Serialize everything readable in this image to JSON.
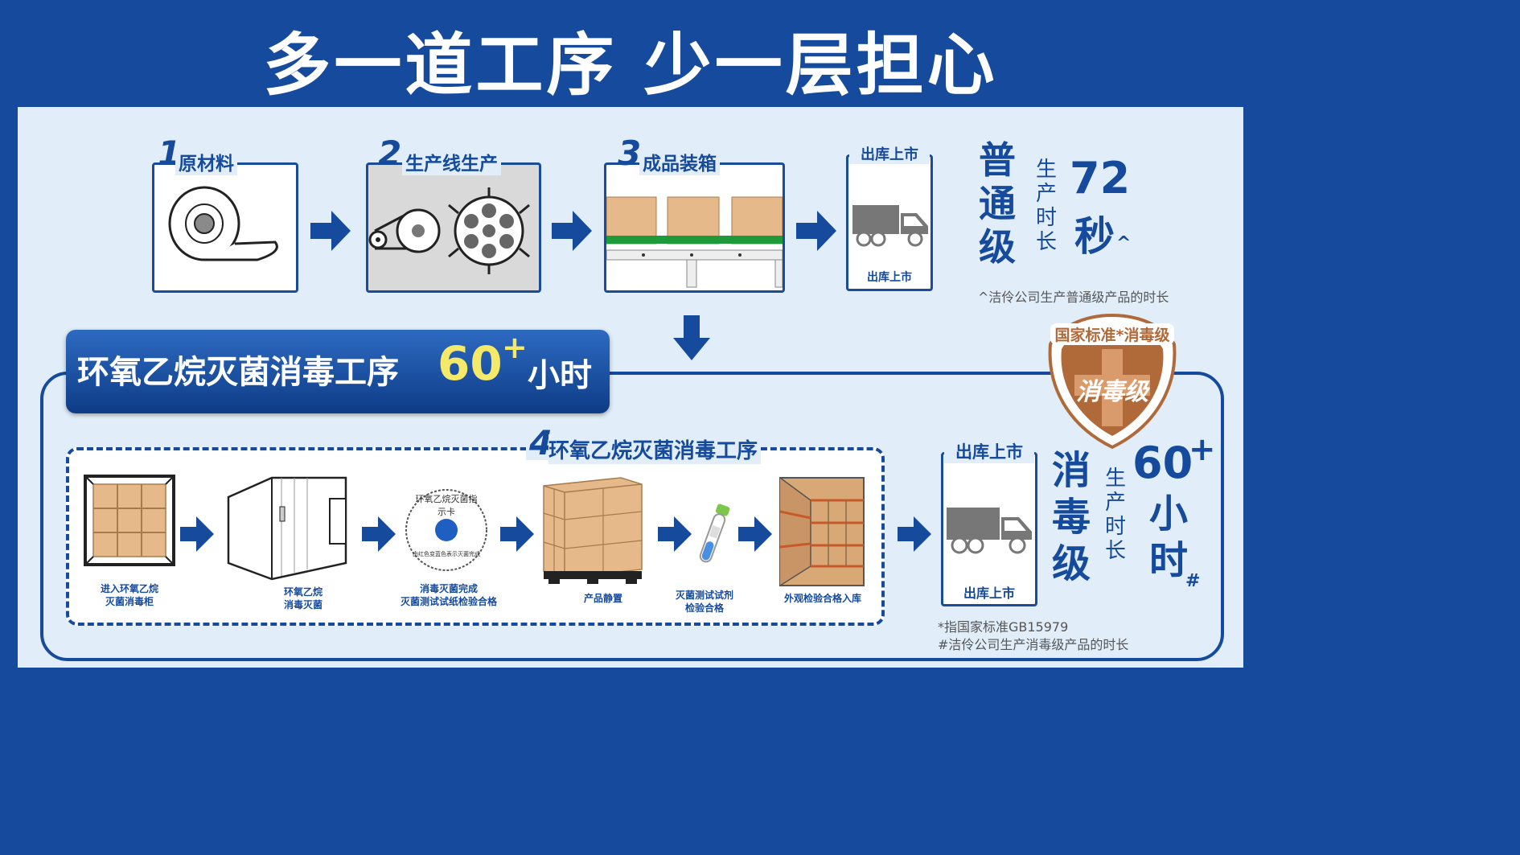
{
  "title": "多一道工序 少一层担心",
  "top_steps": [
    {
      "num": "1",
      "label": "原材料"
    },
    {
      "num": "2",
      "label": "生产线生产"
    },
    {
      "num": "3",
      "label": "成品装箱"
    }
  ],
  "ship_box": {
    "header": "出库上市",
    "footer": "出库上市"
  },
  "normal": {
    "grade": "普通级",
    "duration_label": "生产时长",
    "value": "72",
    "unit": "秒",
    "mark": "^",
    "note": "^洁伶公司生产普通级产品的时长"
  },
  "banner": {
    "text": "环氧乙烷灭菌消毒工序",
    "number": "60",
    "plus": "+",
    "unit": "小时"
  },
  "badge": {
    "arc_text": "国家标准*消毒级",
    "main": "消毒级"
  },
  "step4": {
    "num": "4",
    "label": "环氧乙烷灭菌消毒工序"
  },
  "sub_steps": [
    {
      "line1": "进入环氧乙烷",
      "line2": "灭菌消毒柜"
    },
    {
      "line1": "环氧乙烷",
      "line2": "消毒灭菌"
    },
    {
      "line1": "消毒灭菌完成",
      "line2": "灭菌测试试纸检验合格"
    },
    {
      "line1": "产品静置",
      "line2": ""
    },
    {
      "line1": "灭菌测试试剂",
      "line2": "检验合格"
    },
    {
      "line1": "外观检验合格入库",
      "line2": ""
    }
  ],
  "indicator_disc": {
    "top_text": "环氧乙烷灭菌指示卡",
    "bottom_text": "由红色变蓝色表示灭菌完成"
  },
  "ship_box2": {
    "header": "出库上市",
    "footer": "出库上市"
  },
  "disinfect": {
    "grade": "消毒级",
    "duration_label": "生产时长",
    "value": "60",
    "plus": "+",
    "unit": "小时",
    "mark": "#"
  },
  "notes": [
    "*指国家标准GB15979",
    "#洁伶公司生产消毒级产品的时长"
  ],
  "colors": {
    "brand_blue": "#164a9c",
    "panel_bg": "#e1eef9",
    "badge_brown": "#b06a3a",
    "yellow": "#f5e96a"
  },
  "icons": [
    "paper-roll-icon",
    "production-line-icon",
    "boxes-conveyor-icon",
    "truck-icon",
    "sterilizer-cabinet-icon",
    "indicator-disc-icon",
    "pallet-icon",
    "test-tube-icon",
    "warehouse-icon"
  ]
}
